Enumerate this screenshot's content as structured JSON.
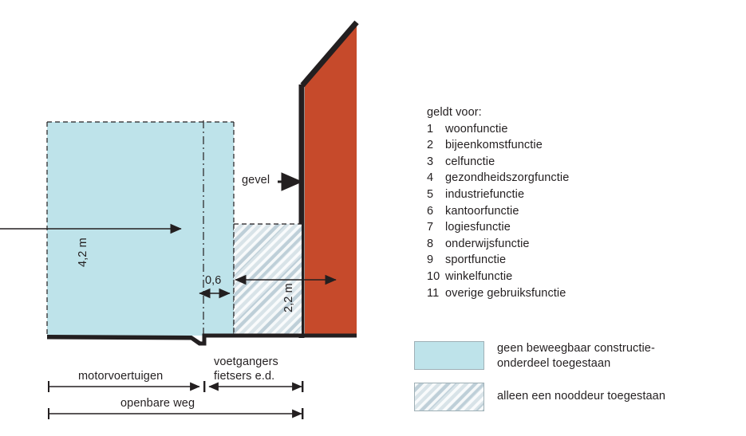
{
  "figure": {
    "title": "",
    "type": "technical-cross-section-diagram"
  },
  "diagram": {
    "facade_label": "gevel",
    "height_clearance_label": "4,2 m",
    "door_height_label": "2,2 m",
    "offset_label": "0,6",
    "road_label_vehicles": "motorvoertuigen",
    "road_label_pedestrians_line1": "voetgangers",
    "road_label_pedestrians_line2": "fietsers e.d.",
    "road_label_public": "openbare weg",
    "colors": {
      "wall": "#c64a2b",
      "clear_zone": "#bee3ea",
      "door_zone": "#d8e3e8",
      "line": "#231f20"
    }
  },
  "function_list": {
    "title": "geldt voor:",
    "items": [
      {
        "number": "1",
        "label": "woonfunctie"
      },
      {
        "number": "2",
        "label": "bijeenkomstfunctie"
      },
      {
        "number": "3",
        "label": "celfunctie"
      },
      {
        "number": "4",
        "label": "gezondheidszorgfunctie"
      },
      {
        "number": "5",
        "label": "industriefunctie"
      },
      {
        "number": "6",
        "label": "kantoorfunctie"
      },
      {
        "number": "7",
        "label": "logiesfunctie"
      },
      {
        "number": "8",
        "label": "onderwijsfunctie"
      },
      {
        "number": "9",
        "label": "sportfunctie"
      },
      {
        "number": "10",
        "label": "winkelfunctie"
      },
      {
        "number": "11",
        "label": "overige gebruiksfunctie"
      }
    ]
  },
  "legend": {
    "items": [
      {
        "swatch": "plain",
        "line1": "geen beweegbaar constructie-",
        "line2": "onderdeel toegestaan",
        "color": "#bee3ea"
      },
      {
        "swatch": "hatched",
        "line1": "alleen een nooddeur toegestaan",
        "line2": "",
        "color": "#d8e3e8"
      }
    ]
  }
}
